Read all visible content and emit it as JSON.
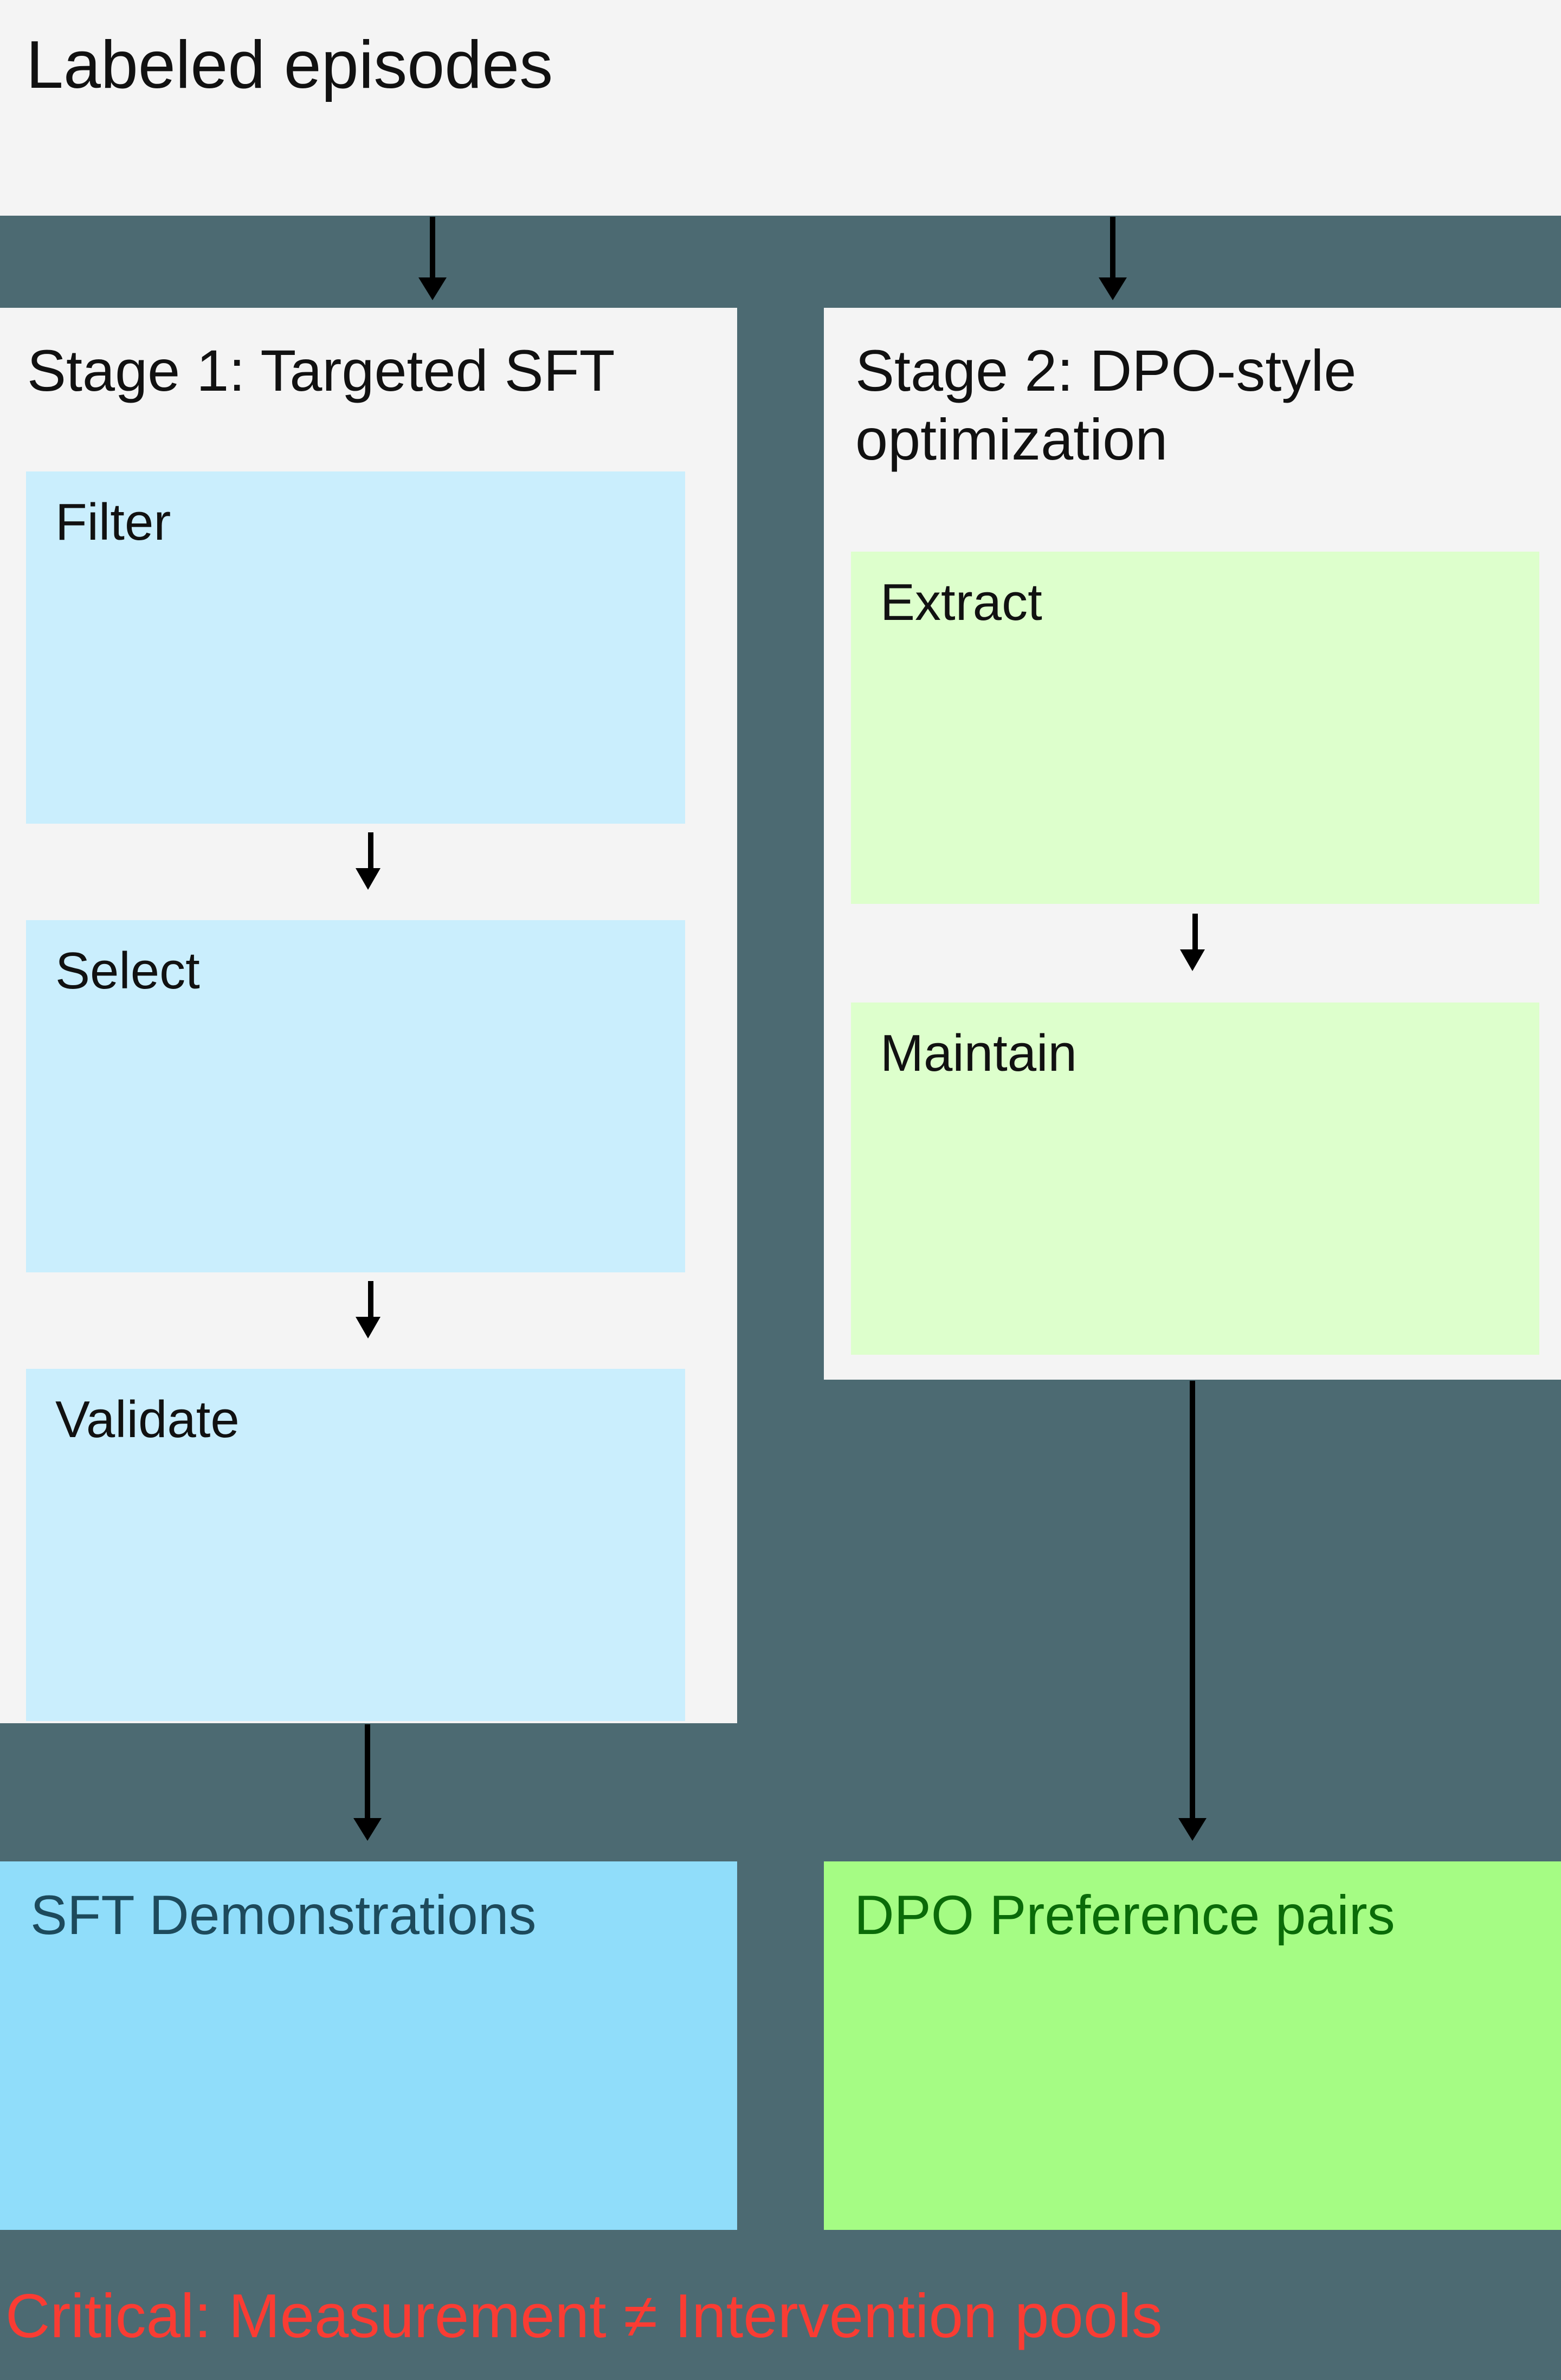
{
  "header": {
    "title": "Labeled episodes"
  },
  "colors": {
    "background": "#4c6a72",
    "panel": "#f4f4f4",
    "step_blue": "#caeefd",
    "step_green": "#ddffcc",
    "output_blue": "#90ddfa",
    "output_green": "#a5fc84",
    "output_blue_text": "#1d4a5c",
    "output_green_text": "#0a6b08",
    "critical_text": "#fa3c33",
    "arrow": "#000000"
  },
  "stages": [
    {
      "title": "Stage 1: Targeted SFT",
      "steps": [
        {
          "label": "Filter"
        },
        {
          "label": "Select"
        },
        {
          "label": "Validate"
        }
      ]
    },
    {
      "title": "Stage 2: DPO-style optimization",
      "steps": [
        {
          "label": "Extract"
        },
        {
          "label": "Maintain"
        }
      ]
    }
  ],
  "outputs": [
    {
      "label": "SFT Demonstrations"
    },
    {
      "label": "DPO Preference pairs"
    }
  ],
  "footer": {
    "critical_note": "Critical: Measurement ≠ Intervention pools"
  },
  "icons": {
    "arrow_down": "down-arrow-icon"
  }
}
